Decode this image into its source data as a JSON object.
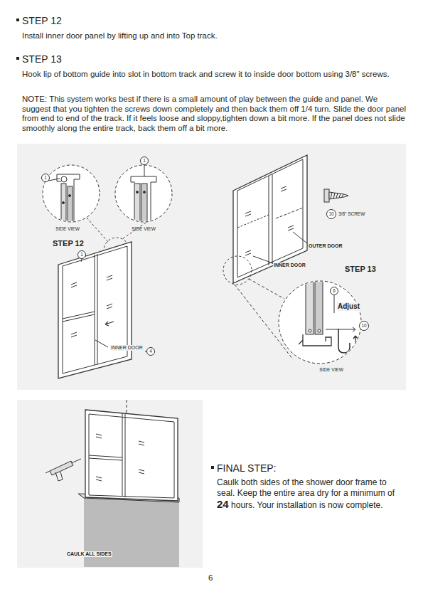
{
  "diagram": {
    "nodes": [
      {
        "text": [
          "SIDE VIEW",
          "SIDE VIEW",
          "1",
          "1",
          "STEP 12",
          "1",
          "INNER DOOR",
          "4",
          "10",
          "3/8\" SCREW",
          "OUTER DOOR",
          "INNER DOOR",
          "STEP 13",
          "6",
          "Adjust",
          "10",
          "SIDE VIEW"
        ]
      },
      {
        "text": [
          "CAULK ALL SIDES"
        ]
      }
    ],
    "labels": [
      "STEP 12",
      "Install inner door panel by lifting up and into Top track.",
      "STEP 13",
      "Hook lip of bottom guide into slot in bottom track and screw it to inside door bottom using 3/8\" screws.",
      "NOTE: This system works best if there is a small amount of play between the guide and panel. We suggest that you tighten the screws down completely and then back them off 1/4 turn. Slide the door panel from end to end of the track. If it feels loose and sloppy,tighten down a bit more. If the panel does not slide smoothly along the entire track, back them off a bit more.",
      "FINAL STEP:",
      "Caulk both sides of the shower door frame to seal. Keep the entire area dry for a minimum of",
      "24",
      "hours. Your installation is now complete.",
      "6"
    ]
  }
}
